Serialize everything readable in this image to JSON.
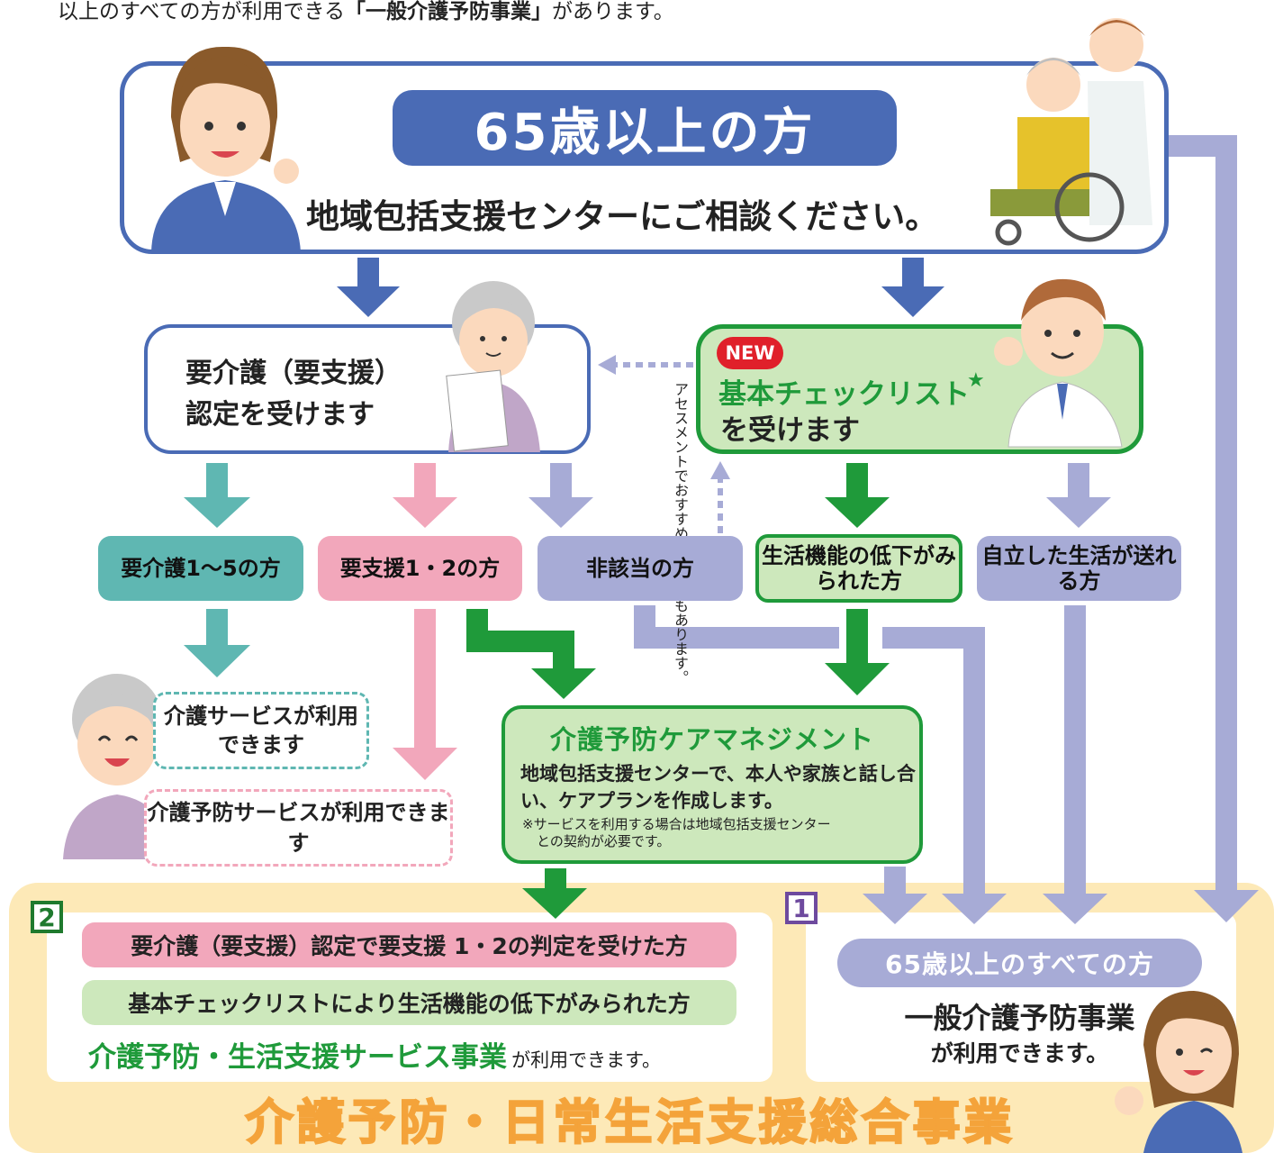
{
  "intro": {
    "prefix": "以上のすべての方が利用できる",
    "highlight": "「一般介護予防事業」",
    "suffix": "があります。"
  },
  "header": {
    "age_title": "65歳以上の方",
    "consult": "地域包括支援センターにご相談ください。"
  },
  "certification": {
    "line1": "要介護（要支援）",
    "line2": "認定を受けます"
  },
  "checklist": {
    "badge": "NEW",
    "title": "基本チェックリスト",
    "star": "★",
    "subtitle": "を受けます"
  },
  "assessment_note": "アセスメントでおすすめする場合もあります。",
  "categories": {
    "care": "要介護1〜5の方",
    "support": "要支援1・2の方",
    "not_applicable": "非該当の方",
    "decline": "生活機能の低下がみられた方",
    "independent": "自立した生活が送れる方"
  },
  "care_services": "介護サービスが利用できます",
  "prevention_services": "介護予防サービスが利用できます",
  "care_management": {
    "title": "介護予防ケアマネジメント",
    "body": "地域包括支援センターで、本人や家族と話し合い、ケアプランを作成します。",
    "note_line1": "※サービスを利用する場合は地域包括支援センター",
    "note_line2": "との契約が必要です。"
  },
  "section2": {
    "number": "2",
    "row1": "要介護（要支援）認定で要支援 1・2の判定を受けた方",
    "row2": "基本チェックリストにより生活機能の低下がみられた方",
    "service_name": "介護予防・生活支援サービス事業",
    "service_suffix": "が利用できます。"
  },
  "section1": {
    "number": "1",
    "target": "65歳以上のすべての方",
    "program": "一般介護予防事業",
    "use": "が利用できます。"
  },
  "program_title": "介護予防・日常生活支援総合事業",
  "colors": {
    "blue": "#4a6bb5",
    "green": "#1f9a3a",
    "light_green": "#cde8bc",
    "teal": "#5fb7b2",
    "pink": "#f2a7bb",
    "lavender": "#a7abd6",
    "cream": "#fde9b7",
    "orange": "#f4a33a",
    "red_badge": "#e0202a"
  }
}
